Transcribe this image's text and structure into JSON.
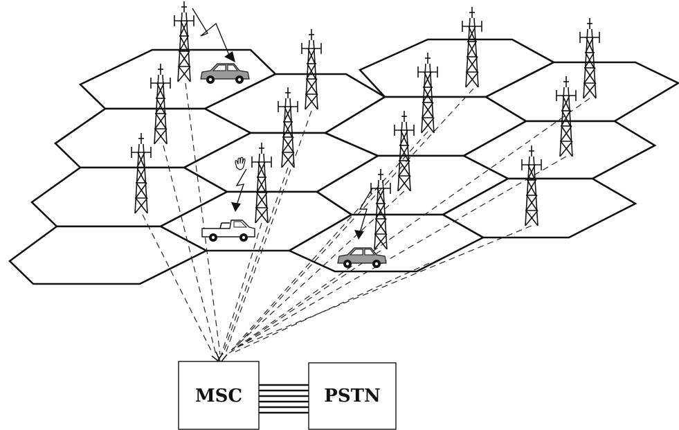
{
  "diagram": {
    "boxes": {
      "msc": {
        "label": "MSC"
      },
      "pstn": {
        "label": "PSTN"
      }
    },
    "trunk_line_count": 6,
    "colors": {
      "stroke": "#111111",
      "car_fill": "#9a9a9a",
      "background": "#ffffff"
    },
    "icons": [
      "cell-tower-icon",
      "car-icon",
      "pickup-truck-icon",
      "lightning-bolt-icon",
      "hand-cursor-icon"
    ]
  }
}
